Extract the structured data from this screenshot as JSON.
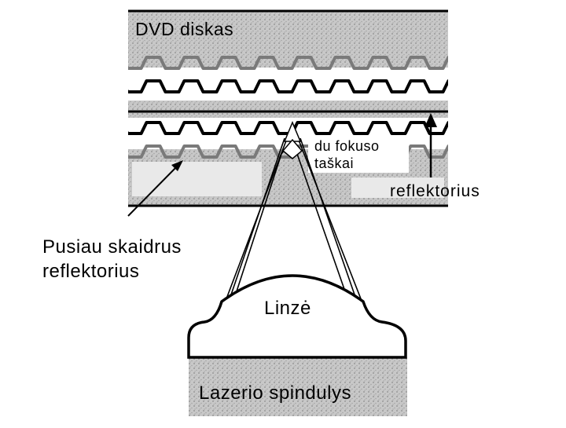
{
  "labels": {
    "disc": "DVD diskas",
    "focus_points_line1": "du fokuso",
    "focus_points_line2": "taškai",
    "reflector": "reflektorius",
    "semi_reflector_line1": "Pusiau skaidrus",
    "semi_reflector_line2": "reflektorius",
    "lens": "Linzė",
    "laser": "Lazerio spindulys"
  },
  "colors": {
    "stipple_background": "#c8c8c8",
    "stipple_dot": "#8c8c8c",
    "ink": "#000000",
    "paper": "#ffffff"
  }
}
